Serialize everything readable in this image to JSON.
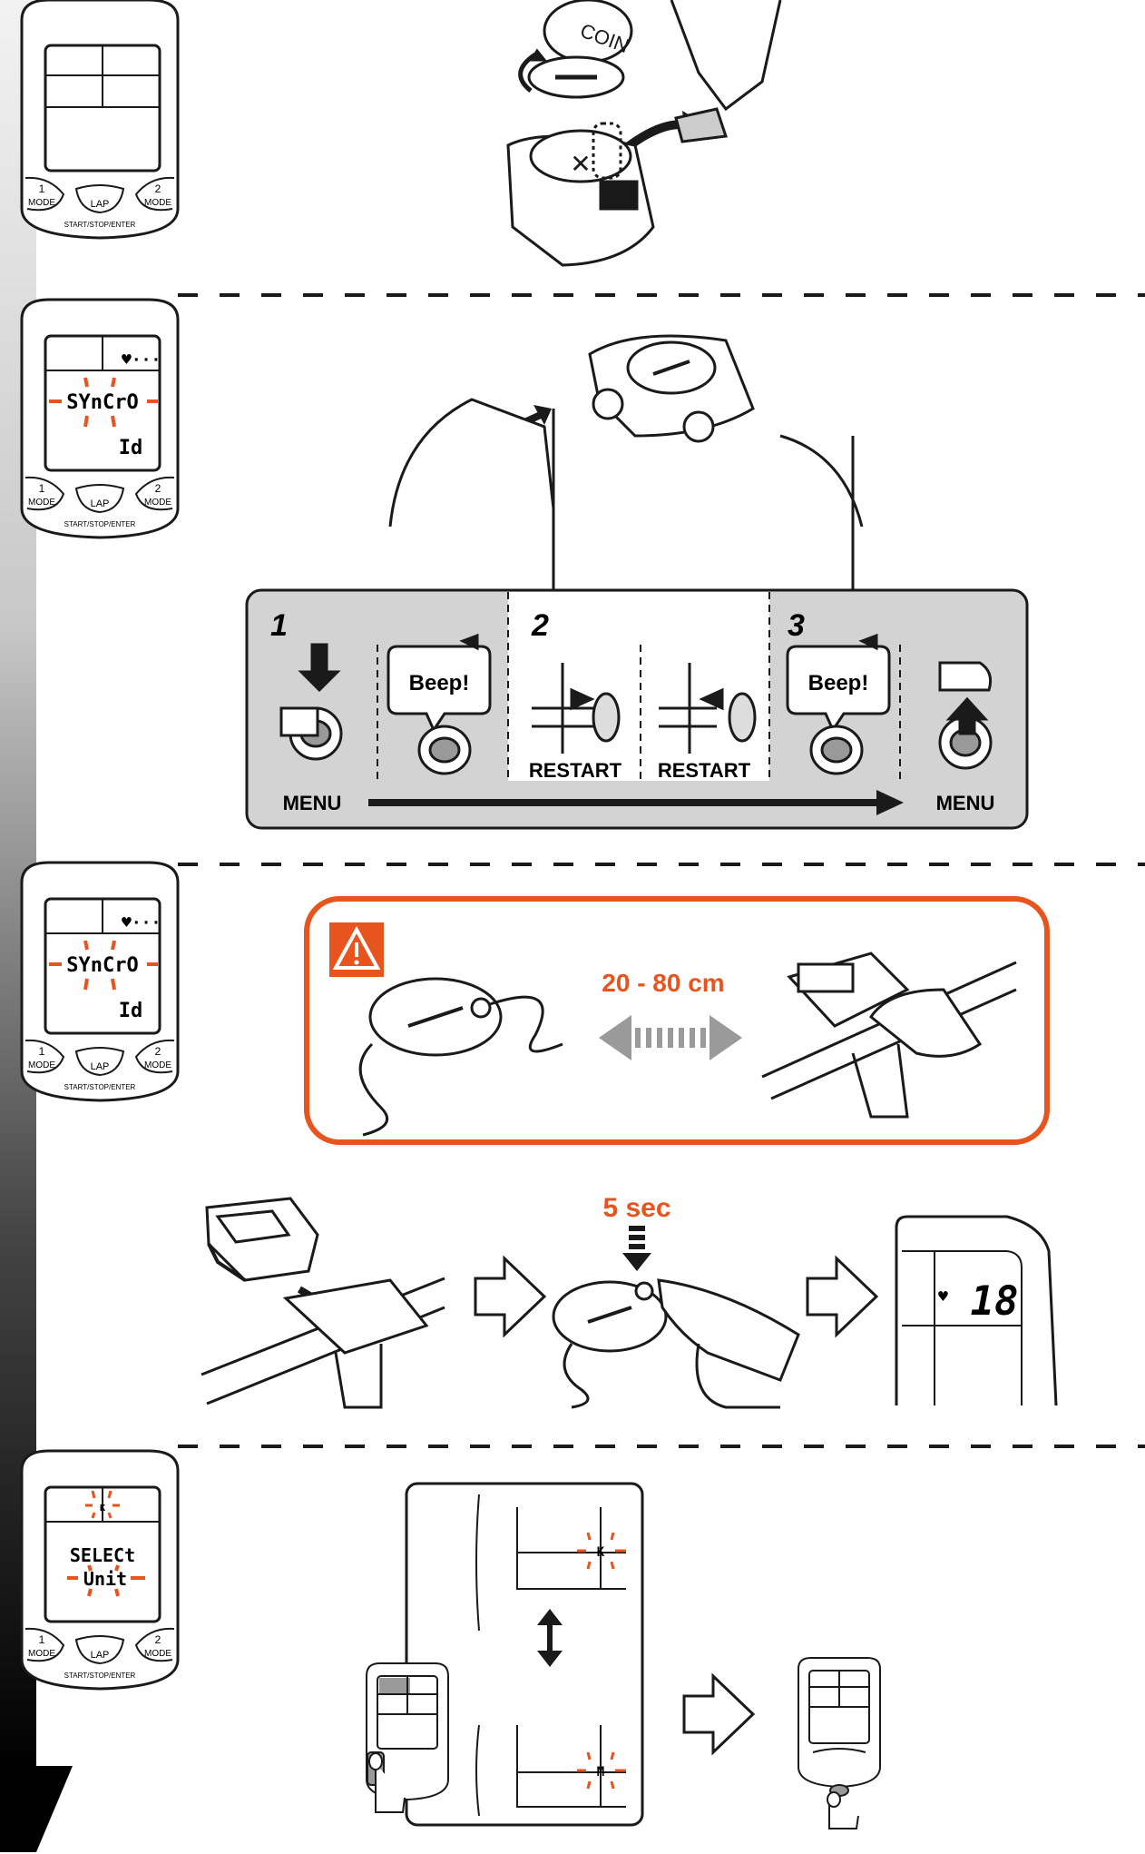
{
  "colors": {
    "accent": "#e8541e",
    "panel_gray": "#d3d3d3",
    "line": "#1a1a1a",
    "arrow_gray": "#9a9a9a"
  },
  "computer": {
    "btn_left_num": "1",
    "btn_left_mode": "MODE",
    "btn_center": "LAP",
    "btn_right_num": "2",
    "btn_right_mode": "MODE",
    "bottom": "START/STOP/ENTER"
  },
  "step1": {
    "coin_label": "COIN"
  },
  "step2": {
    "lcd_line1": "SYnCrO",
    "lcd_line2": "Id",
    "panel": {
      "n1": "1",
      "n2": "2",
      "n3": "3",
      "beep1": "Beep!",
      "beep2": "Beep!",
      "restart1": "RESTART",
      "restart2": "RESTART",
      "menu_left": "MENU",
      "menu_right": "MENU"
    }
  },
  "step3": {
    "lcd_line1": "SYnCrO",
    "lcd_line2": "Id",
    "distance": "20 - 80 cm",
    "hold_time": "5 sec",
    "hr_value": "18"
  },
  "step4": {
    "lcd_unit": "K",
    "lcd_line1": "SELECt",
    "lcd_line2": "Unit",
    "unit_k": "K",
    "unit_m": "M"
  }
}
